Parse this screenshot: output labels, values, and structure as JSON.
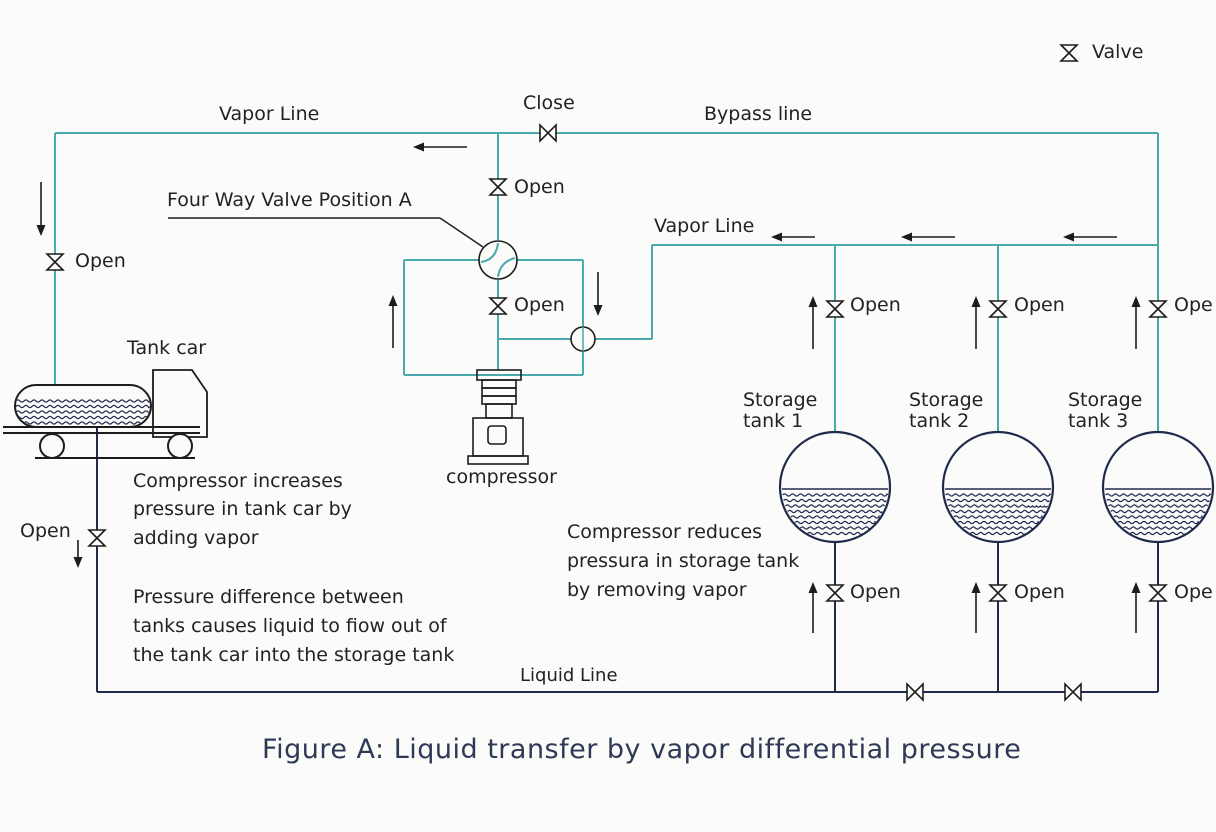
{
  "caption": "Figure A: Liquid transfer by vapor differential pressure",
  "legend": {
    "icon": "valve-icon",
    "label": "Valve"
  },
  "labels": {
    "vapor_line_top": "Vapor Line",
    "close": "Close",
    "bypass_line": "Bypass line",
    "open_compressor_top": "Open",
    "four_way_valve": "Four Way Valve Position A",
    "vapor_line_right": "Vapor Line",
    "open_left": "Open",
    "open_compressor_mid": "Open",
    "tank_car": "Tank car",
    "compressor": "compressor",
    "liquid_line": "Liquid Line",
    "open_tank_car_liquid": "Open",
    "tank1_vapor_open": "Open",
    "tank2_vapor_open": "Open",
    "tank3_vapor_open": "Ope",
    "tank1_liquid_open": "Open",
    "tank2_liquid_open": "Open",
    "tank3_liquid_open": "Ope",
    "tank1_line1": "Storage",
    "tank1_line2": "tank 1",
    "tank2_line1": "Storage",
    "tank2_line2": "tank 2",
    "tank3_line1": "Storage",
    "tank3_line2": "tank 3"
  },
  "notes": {
    "compressor_increases": [
      "Compressor increases",
      "pressure in tank car by",
      "adding vapor"
    ],
    "compressor_reduces": [
      "Compressor reduces",
      "pressura in storage tank",
      "by removing vapor"
    ],
    "pressure_difference": [
      "Pressure difference between",
      "tanks causes liquid to fiow out of",
      "the tank car into the storage tank"
    ]
  },
  "colors": {
    "vapor_line": "#4aa9ad",
    "liquid_line": "#1f2a4d",
    "text": "#222222",
    "caption": "#2e3a55"
  }
}
